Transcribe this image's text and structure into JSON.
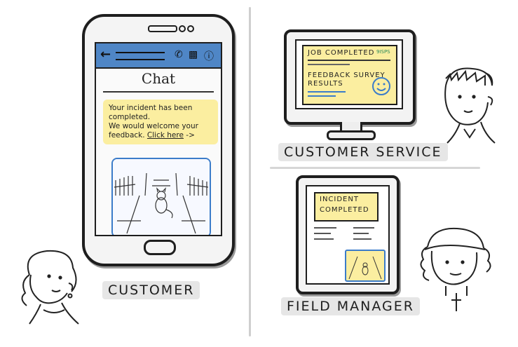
{
  "phone": {
    "chat_title": "Chat",
    "message_line1": "Your incident has been",
    "message_line2": "completed.",
    "message_line3": "We would welcome your",
    "message_line4_prefix": "feedback.",
    "message_link": "Click here",
    "message_arrow": "->"
  },
  "monitor": {
    "note_title": "JOB COMPLETED",
    "note_tag": "9ISPS",
    "note_survey_line1": "FEEDBACK SURVEY",
    "note_survey_line2": "RESULTS"
  },
  "tablet": {
    "note_line1": "INCIDENT",
    "note_line2": "COMPLETED"
  },
  "labels": {
    "customer": "CUSTOMER",
    "customer_service": "CUSTOMER SERVICE",
    "field_manager": "FIELD MANAGER"
  },
  "colors": {
    "app_bar": "#4f86c6",
    "note_yellow": "#fbeea0",
    "photo_border": "#3b7cc9"
  }
}
